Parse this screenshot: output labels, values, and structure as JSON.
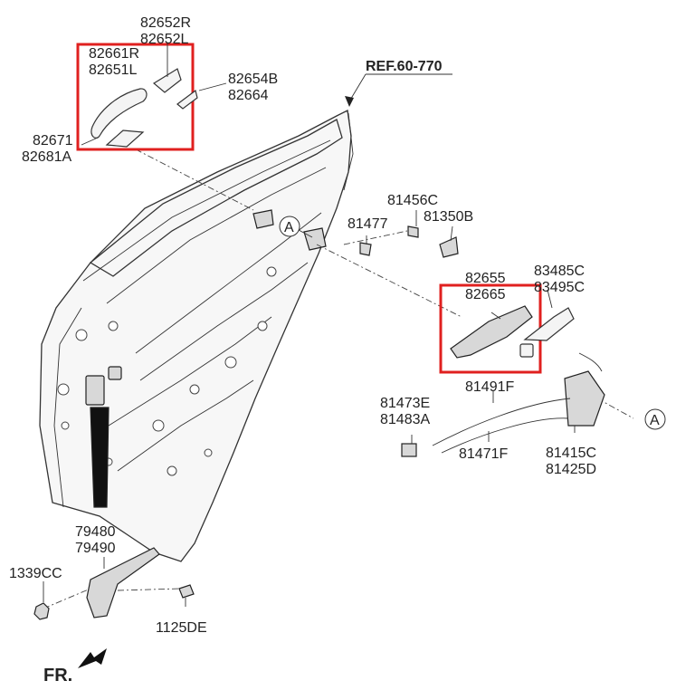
{
  "ref_label": "REF.60-770",
  "front_label": "FR.",
  "callout": "A",
  "parts": {
    "p82652": [
      "82652R",
      "82652L"
    ],
    "p82661": [
      "82661R",
      "82651L"
    ],
    "p82654": [
      "82654B",
      "82664"
    ],
    "p82671": [
      "82671",
      "82681A"
    ],
    "p81456": [
      "81456C"
    ],
    "p81350": [
      "81350B"
    ],
    "p81477": [
      "81477"
    ],
    "p82655": [
      "82655",
      "82665"
    ],
    "p83485": [
      "83485C",
      "83495C"
    ],
    "p81491": [
      "81491F"
    ],
    "p81473": [
      "81473E",
      "81483A"
    ],
    "p81471": [
      "81471F"
    ],
    "p81415": [
      "81415C",
      "81425D"
    ],
    "p79480": [
      "79480",
      "79490"
    ],
    "p1339": [
      "1339CC"
    ],
    "p1125": [
      "1125DE"
    ]
  },
  "colors": {
    "highlight_box": "#e0201f",
    "line": "#333333"
  }
}
